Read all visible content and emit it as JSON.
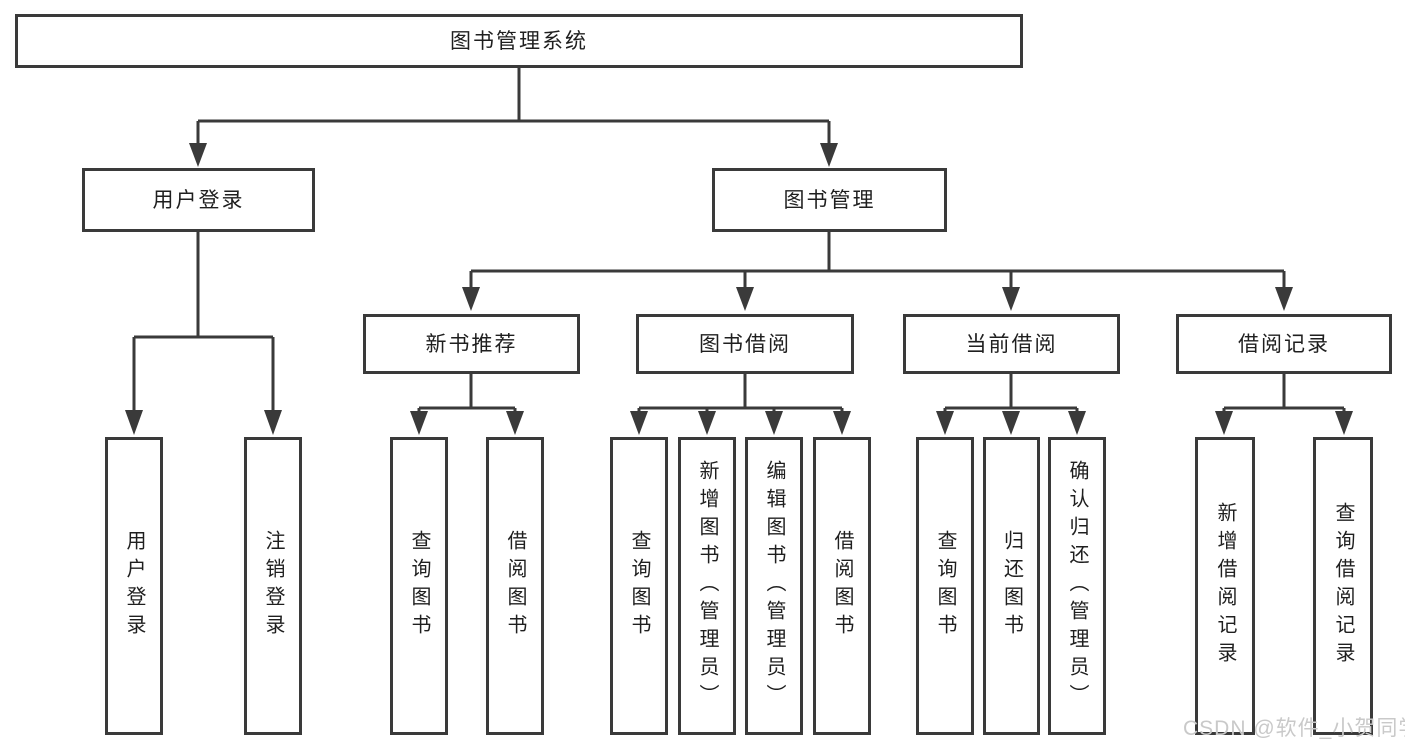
{
  "tree": {
    "label": "图书管理系统",
    "children": [
      {
        "label": "用户登录",
        "children": [
          {
            "label": "用户登录"
          },
          {
            "label": "注销登录"
          }
        ]
      },
      {
        "label": "图书管理",
        "children": [
          {
            "label": "新书推荐",
            "children": [
              {
                "label": "查询图书"
              },
              {
                "label": "借阅图书"
              }
            ]
          },
          {
            "label": "图书借阅",
            "children": [
              {
                "label": "查询图书"
              },
              {
                "label": "新增图书（管理员）"
              },
              {
                "label": "编辑图书（管理员）"
              },
              {
                "label": "借阅图书"
              }
            ]
          },
          {
            "label": "当前借阅",
            "children": [
              {
                "label": "查询图书"
              },
              {
                "label": "归还图书"
              },
              {
                "label": "确认归还（管理员）"
              }
            ]
          },
          {
            "label": "借阅记录",
            "children": [
              {
                "label": "新增借阅记录"
              },
              {
                "label": "查询借阅记录"
              }
            ]
          }
        ]
      }
    ]
  },
  "watermark": "CSDN @软件_小贺同学",
  "colors": {
    "line": "#3a3a3a",
    "text": "#1f1f1f",
    "box_fill": "#ffffff",
    "background": "#ffffff",
    "watermark": "#c9c9c9"
  }
}
